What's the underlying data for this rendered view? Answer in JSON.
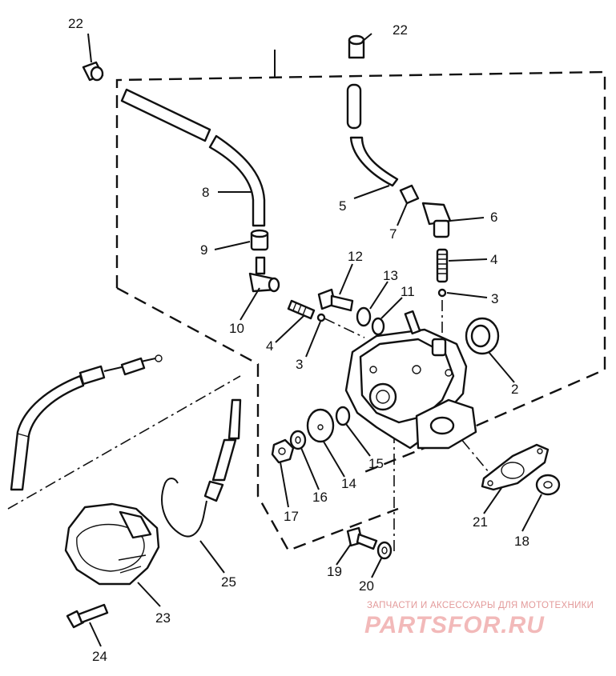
{
  "callouts": [
    "22",
    "22",
    "8",
    "9",
    "10",
    "5",
    "7",
    "6",
    "12",
    "13",
    "11",
    "4",
    "3",
    "4",
    "3",
    "2",
    "15",
    "14",
    "16",
    "17",
    "21",
    "18",
    "19",
    "20",
    "23",
    "24",
    "25"
  ],
  "watermark": {
    "caption": "ЗАПЧАСТИ И АКСЕССУАРЫ ДЛЯ МОТОТЕХНИКИ",
    "logo": "PARTSFOR.RU"
  },
  "colors": {
    "line": "#111111",
    "watermark": "#e39a9a"
  }
}
